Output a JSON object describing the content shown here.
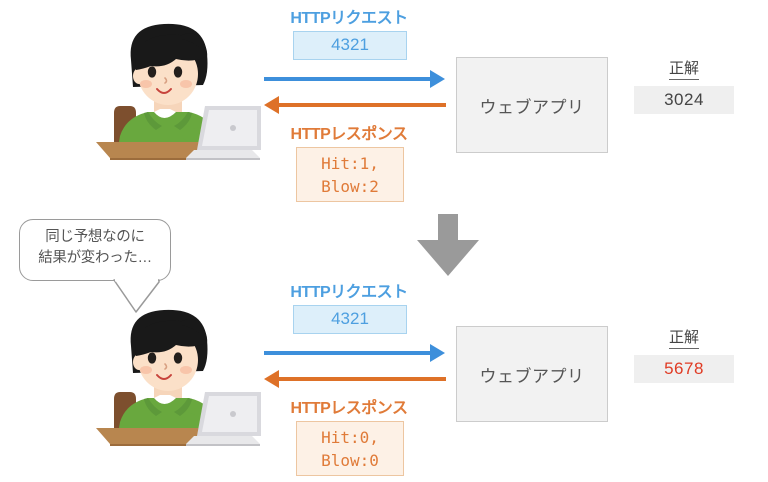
{
  "diagram": {
    "title_present": false,
    "colors": {
      "request_blue": "#4d9fe0",
      "request_arrow_blue": "#3d8fdb",
      "request_box_fill": "#ddeffa",
      "request_box_border": "#a8d3ef",
      "response_orange": "#e07b39",
      "response_arrow_orange": "#de7128",
      "response_box_fill": "#fdf1e6",
      "response_box_border": "#edc6a1",
      "webapp_fill": "#f2f2f2",
      "webapp_border": "#cccccc",
      "answer_box_fill": "#efefef",
      "answer_text": "#444444",
      "answer_changed_text": "#e03b24",
      "big_arrow": "#9a9a9a",
      "bubble_border": "#9a9a9a"
    },
    "sections": [
      {
        "id": "first-attempt",
        "request_label": "HTTPリクエスト",
        "request_value": "4321",
        "response_label": "HTTPレスポンス",
        "response_line1": "Hit:1,",
        "response_line2": "Blow:2",
        "server_label": "ウェブアプリ",
        "answer_label": "正解",
        "answer_value": "3024",
        "answer_highlight": false
      },
      {
        "id": "second-attempt",
        "request_label": "HTTPリクエスト",
        "request_value": "4321",
        "response_label": "HTTPレスポンス",
        "response_line1": "Hit:0,",
        "response_line2": "Blow:0",
        "server_label": "ウェブアプリ",
        "answer_label": "正解",
        "answer_value": "5678",
        "answer_highlight": true
      }
    ],
    "speech_bubble": {
      "line1": "同じ予想なのに",
      "line2": "結果が変わった…"
    },
    "transition_arrow": "down-arrow"
  }
}
